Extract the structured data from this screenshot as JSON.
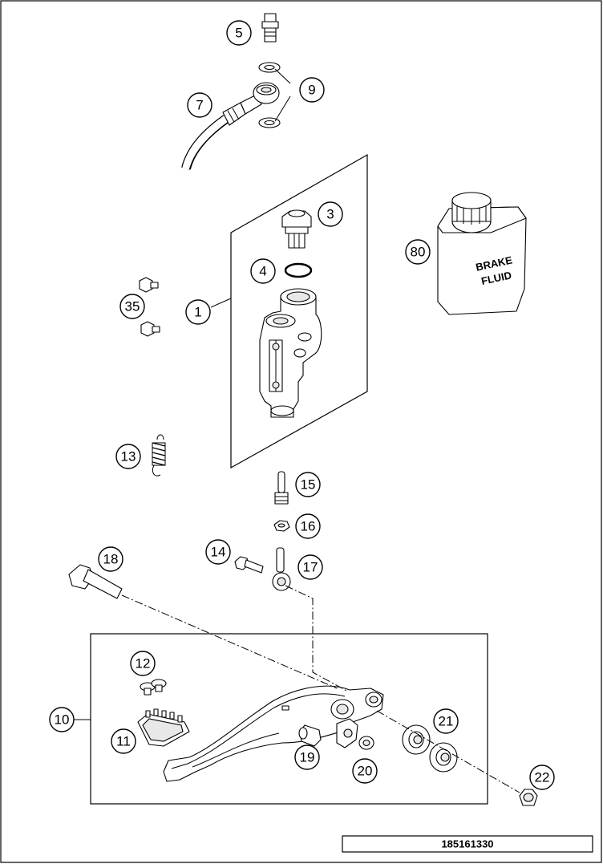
{
  "diagram": {
    "id_number": "185161330",
    "bottle_label_line1": "BRAKE",
    "bottle_label_line2": "FLUID",
    "callouts": {
      "c1": "1",
      "c3": "3",
      "c4": "4",
      "c5": "5",
      "c7": "7",
      "c9": "9",
      "c10": "10",
      "c11": "11",
      "c12": "12",
      "c13": "13",
      "c14": "14",
      "c15": "15",
      "c16": "16",
      "c17": "17",
      "c18": "18",
      "c19": "19",
      "c20": "20",
      "c21": "21",
      "c22": "22",
      "c35": "35",
      "c80": "80"
    }
  }
}
